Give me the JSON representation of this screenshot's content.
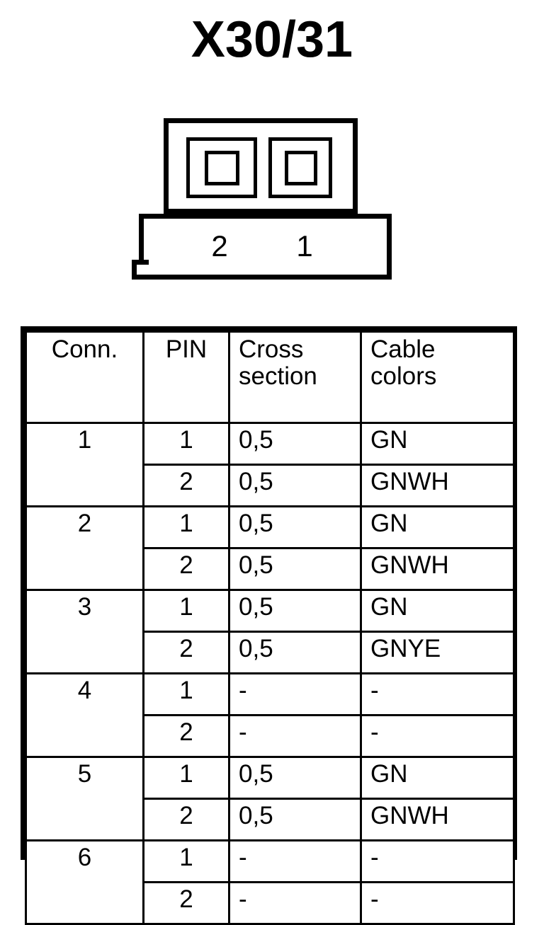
{
  "page": {
    "title": "X30/31",
    "background_color": "#ffffff",
    "line_color": "#000000"
  },
  "connector_diagram": {
    "name": "2-pin connector front view",
    "pin_labels": [
      "2",
      "1"
    ],
    "cavity_count": 2
  },
  "table": {
    "headers": {
      "conn": "Conn.",
      "pin": "PIN",
      "cross_line1": "Cross",
      "cross_line2": "section",
      "color_line1": "Cable",
      "color_line2": "colors"
    },
    "groups": [
      {
        "conn": "1",
        "rows": [
          {
            "pin": "1",
            "cross_section": "0,5",
            "cable_color": "GN"
          },
          {
            "pin": "2",
            "cross_section": "0,5",
            "cable_color": "GNWH"
          }
        ]
      },
      {
        "conn": "2",
        "rows": [
          {
            "pin": "1",
            "cross_section": "0,5",
            "cable_color": "GN"
          },
          {
            "pin": "2",
            "cross_section": "0,5",
            "cable_color": "GNWH"
          }
        ]
      },
      {
        "conn": "3",
        "rows": [
          {
            "pin": "1",
            "cross_section": "0,5",
            "cable_color": "GN"
          },
          {
            "pin": "2",
            "cross_section": "0,5",
            "cable_color": "GNYE"
          }
        ]
      },
      {
        "conn": "4",
        "rows": [
          {
            "pin": "1",
            "cross_section": "-",
            "cable_color": "-"
          },
          {
            "pin": "2",
            "cross_section": "-",
            "cable_color": "-"
          }
        ]
      },
      {
        "conn": "5",
        "rows": [
          {
            "pin": "1",
            "cross_section": "0,5",
            "cable_color": "GN"
          },
          {
            "pin": "2",
            "cross_section": "0,5",
            "cable_color": "GNWH"
          }
        ]
      },
      {
        "conn": "6",
        "rows": [
          {
            "pin": "1",
            "cross_section": "-",
            "cable_color": "-"
          },
          {
            "pin": "2",
            "cross_section": "-",
            "cable_color": "-"
          }
        ]
      }
    ]
  }
}
